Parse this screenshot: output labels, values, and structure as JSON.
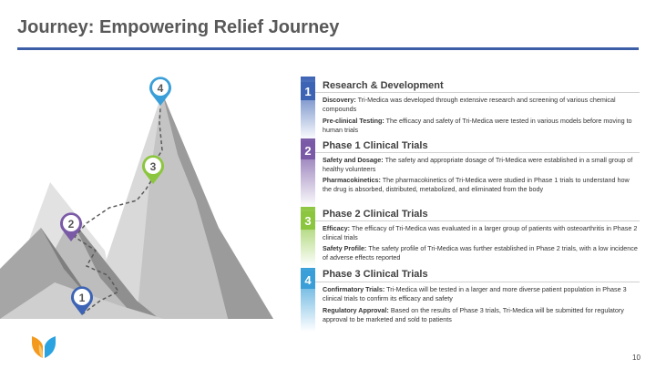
{
  "slide": {
    "title": "Journey: Empowering Relief Journey",
    "page_number": "10"
  },
  "colors": {
    "accent_blue": "#3b5ea6",
    "stage1": "#3c63b4",
    "stage2": "#7a5aa6",
    "stage3": "#8cc63f",
    "stage4": "#3a9fd8",
    "logo_orange": "#f39a1e",
    "logo_blue": "#2aa3e0"
  },
  "milestones": [
    {
      "number": "1",
      "icon": "map-pin-icon"
    },
    {
      "number": "2",
      "icon": "map-pin-icon"
    },
    {
      "number": "3",
      "icon": "map-pin-icon"
    },
    {
      "number": "4",
      "icon": "map-pin-icon"
    }
  ],
  "stages": [
    {
      "number": "1",
      "title": "Research & Development",
      "items": [
        {
          "label": "Discovery:",
          "text": " Tri-Medica was developed through extensive research and screening of various chemical compounds"
        },
        {
          "label": "Pre-clinical Testing:",
          "text": " The efficacy and safety of Tri-Medica were tested in various models before moving to human trials"
        }
      ]
    },
    {
      "number": "2",
      "title": "Phase 1 Clinical Trials",
      "items": [
        {
          "label": "Safety and Dosage:",
          "text": " The safety and appropriate dosage of Tri-Medica were established in a small group of healthy volunteers"
        },
        {
          "label": "Pharmacokinetics:",
          "text": " The pharmacokinetics of Tri-Medica were studied in Phase 1 trials to understand how the drug is absorbed, distributed, metabolized, and eliminated from the body"
        }
      ]
    },
    {
      "number": "3",
      "title": "Phase 2 Clinical Trials",
      "items": [
        {
          "label": "Efficacy:",
          "text": " The efficacy of Tri-Medica was evaluated in a larger group of patients with osteoarthritis in Phase 2 clinical trials"
        },
        {
          "label": "Safety Profile:",
          "text": " The safety profile of Tri-Medica was further established in Phase 2 trials, with a low incidence of adverse effects reported"
        }
      ]
    },
    {
      "number": "4",
      "title": "Phase 3 Clinical Trials",
      "items": [
        {
          "label": "Confirmatory Trials:",
          "text": " Tri-Medica will be tested in a larger and more diverse patient population in Phase 3 clinical trials to confirm its efficacy and safety"
        },
        {
          "label": "Regulatory Approval:",
          "text": " Based on the results of Phase 3 trials, Tri-Medica will be submitted for regulatory approval to be marketed and sold to patients"
        }
      ]
    }
  ]
}
